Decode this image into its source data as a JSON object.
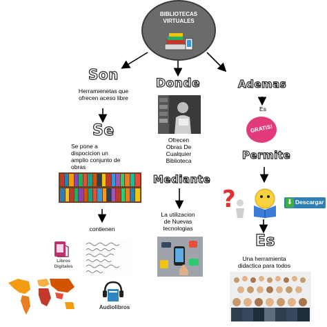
{
  "central": {
    "title": "BIBLIOTECAS\nVIRTUALES"
  },
  "branches": {
    "son": {
      "heading": "Son",
      "text": "Herramienetas que\nofrecen aceso libre",
      "se_heading": "Se",
      "se_text": "Se pone a\ndispocicion un\namplio conjunto de\nobras",
      "contienen": "contienen",
      "libros_label": "Libros\nDigitales",
      "audio_label": "Audiolibros"
    },
    "donde": {
      "heading": "Donde",
      "text": "Ofrecen\nObras De\nCualquier\nBiblioteca",
      "mediante_heading": "Mediante",
      "mediante_text": "La utilizacion\nde Nuevas\ntecnologias"
    },
    "ademas": {
      "heading": "Ademas",
      "es_small": "Es",
      "badge": "GRATIS!",
      "permite_heading": "Permite",
      "download_label": "Descargar",
      "es_heading": "Es",
      "es_text": "Una herramienta\ndidactica para todos"
    }
  },
  "colors": {
    "center_fill": "#6b6b6b",
    "center_stroke": "#3a3a3a",
    "badge": "#e23a7a",
    "download_btn": "#2f7fb3",
    "download_arrow": "#3fae3f"
  },
  "icons": [
    "books-pile-icon",
    "person-reading-photo",
    "bookshelf-image",
    "technology-devices-image",
    "question-mark-figure-icon",
    "reading-smiley-icon",
    "download-button",
    "ebook-icon",
    "handwriting-image",
    "world-heatmap-image",
    "audiobook-icon",
    "crowd-photo"
  ]
}
